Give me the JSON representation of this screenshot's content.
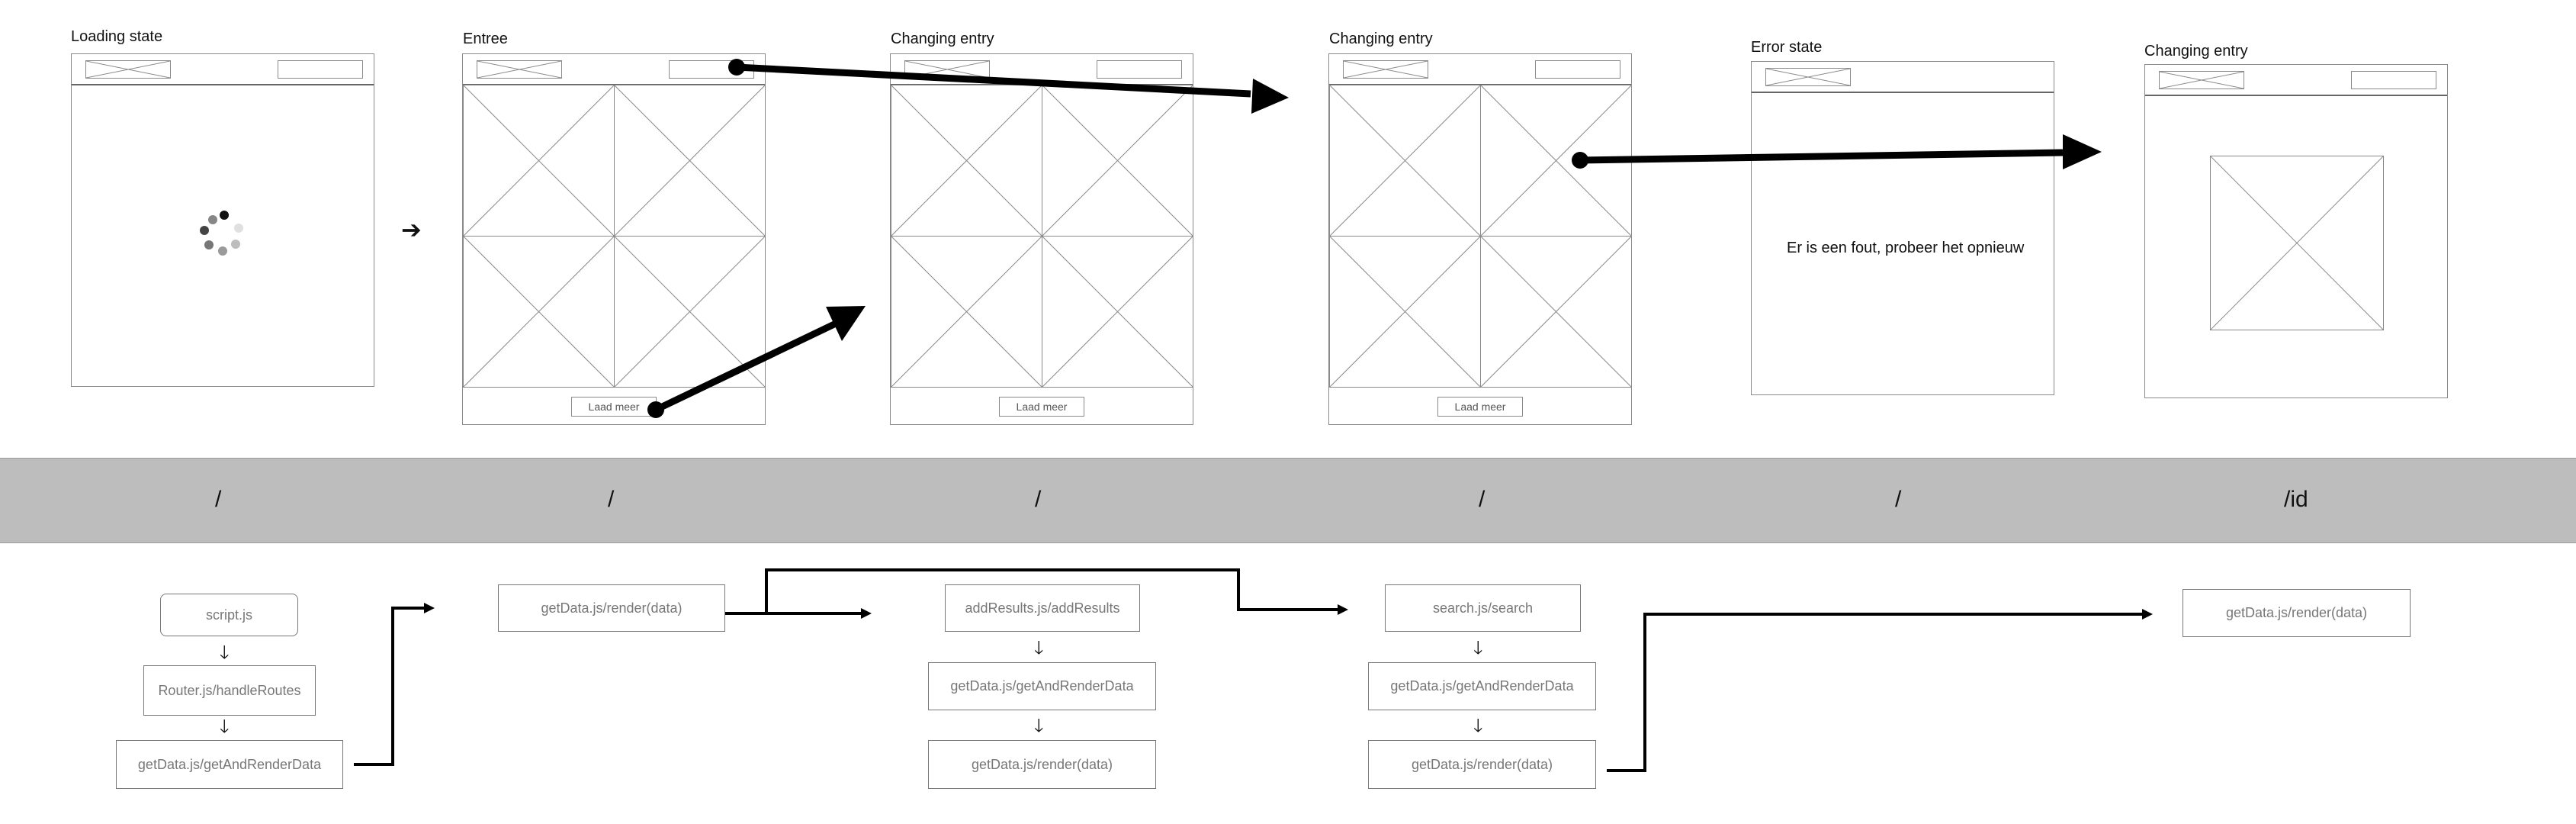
{
  "screens": {
    "loading_title": "Loading state",
    "entree_title": "Entree",
    "changing1_title": "Changing entry",
    "changing2_title": "Changing entry",
    "error_title": "Error state",
    "changing3_title": "Changing entry",
    "load_more_label": "Laad meer",
    "error_message": "Er is een fout, probeer het opnieuw"
  },
  "routes": [
    "/",
    "/",
    "/",
    "/",
    "/",
    "/id"
  ],
  "flow": {
    "col1": [
      "script.js",
      "Router.js/handleRoutes",
      "getData.js/getAndRenderData"
    ],
    "col2": [
      "getData.js/render(data)"
    ],
    "col3": [
      "addResults.js/addResults",
      "getData.js/getAndRenderData",
      "getData.js/render(data)"
    ],
    "col4": [
      "search.js/search",
      "getData.js/getAndRenderData",
      "getData.js/render(data)"
    ],
    "col5": [
      "getData.js/render(data)"
    ]
  },
  "arrow_glyph": "➔",
  "down_arrow_glyph": "🡓",
  "colors": {
    "band": "#bdbdbd",
    "wire": "#8a8a8a",
    "arrow": "#000000"
  }
}
